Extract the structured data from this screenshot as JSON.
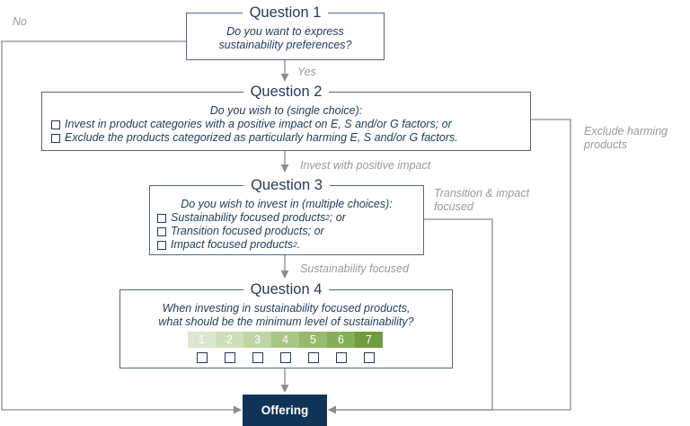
{
  "q1": {
    "title": "Question 1",
    "lines": [
      "Do you want to express",
      "sustainability preferences?"
    ]
  },
  "q2": {
    "title": "Question 2",
    "prompt": "Do you wish to (single choice):",
    "options": [
      "Invest in product categories with a positive impact on E, S and/or G factors; or",
      "Exclude the products categorized as particularly harming E, S and/or G factors."
    ]
  },
  "q3": {
    "title": "Question 3",
    "prompt": "Do you wish to invest in (multiple choices):",
    "options": [
      {
        "text": "Sustainability focused products",
        "sup": "2",
        "suffix": "; or"
      },
      {
        "text": "Transition focused products; or",
        "sup": "",
        "suffix": ""
      },
      {
        "text": "Impact focused products",
        "sup": "2",
        "suffix": "."
      }
    ]
  },
  "q4": {
    "title": "Question 4",
    "lines": [
      "When investing in sustainability focused products,",
      "what should be the minimum level of sustainability?"
    ],
    "scale": [
      "1",
      "2",
      "3",
      "4",
      "5",
      "6",
      "7"
    ],
    "scale_colors": [
      "#dde7cf",
      "#cfdfba",
      "#bfd5a3",
      "#a9c785",
      "#97bb6d",
      "#85ae58",
      "#6f9c3e"
    ]
  },
  "edges": {
    "no": "No",
    "yes": "Yes",
    "invest": "Invest with positive impact",
    "exclude": [
      "Exclude harming",
      "products"
    ],
    "transition": [
      "Transition & impact",
      "focused"
    ],
    "sustainability": "Sustainability focused"
  },
  "offering": "Offering"
}
